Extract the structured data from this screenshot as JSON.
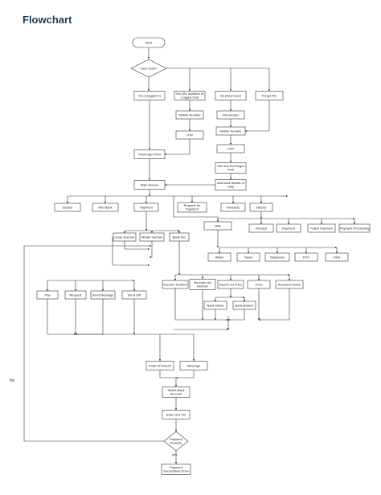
{
  "title": "Flowchart",
  "side_label": "No",
  "nodes": {
    "start": "Start",
    "user_exist": "User Exist?",
    "yes_logged_in": "Yes (Logged In)",
    "yes_re_installed": [
      "Yes (Re Installed or",
      "Logged Out)"
    ],
    "no_new_user": "No (New User)",
    "forgot_pin": "Forgot Pin",
    "mobile_number_1": "Mobile Number",
    "introduction": "Introduction",
    "otp_1": "OTP",
    "mobile_number_2": "Mobile Number",
    "pin_finger_print": "Pin/Finger Print",
    "otp_2": "OTP",
    "set_new_pin": [
      "Set new Pin/Finger",
      "Print"
    ],
    "main_screen": "Main Screen",
    "add_bank_details": [
      "Add bank details or",
      "Skip"
    ],
    "search": "Search",
    "add_bank": "Add Bank",
    "payment": "Payment",
    "request_for_payment": [
      "Request for",
      "Payment"
    ],
    "rewards": "Rewards",
    "history": "History",
    "bills": "Bills",
    "receipt": "Receipt",
    "payment_hist": "Payment",
    "failed_payment": "Failed Payment",
    "payment_processing": "Payment Processing",
    "code_scanner": "Code scanner",
    "mobile_number_3": "Mobile number",
    "bank_ac": "Bank A/C",
    "water": "Water",
    "taxes": "Taxes",
    "telephone": "Telephone",
    "dth": "DTH",
    "gas": "GAS",
    "pay": "Pay",
    "request": "Request",
    "send_message": "Send Message",
    "send_gift": "Send Gift",
    "account_number": "Account Number",
    "re_enter_ac": [
      "Re-enter a/c",
      "Number"
    ],
    "search_ifsc": "Search for IFSC",
    "ifsc": "IFSC",
    "recipient_name": "Recipient Name",
    "bank_name": "Bank Name",
    "bank_branch": "Bank Branch",
    "enter_amount": "Enter Ammount",
    "message": "Message",
    "select_bank_account": [
      "Select Bank",
      "Account"
    ],
    "enter_upi_pin": "Enter UPI Pin",
    "payment_process": [
      "Payment",
      "Process"
    ],
    "payment_success": [
      "Payment",
      "Successfuly Done"
    ]
  },
  "edge_labels": {
    "yes": "yes"
  }
}
